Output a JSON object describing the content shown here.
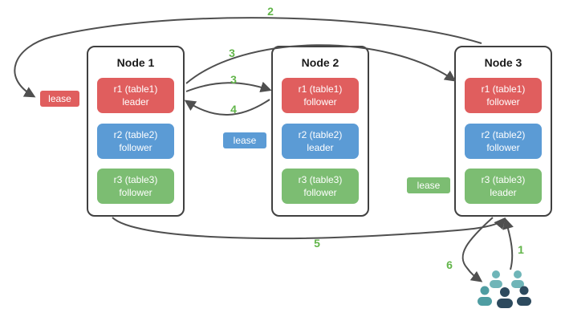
{
  "diagram": {
    "nodes": [
      {
        "title": "Node 1",
        "replicas": [
          {
            "line1": "r1 (table1)",
            "line2": "leader",
            "color": "red"
          },
          {
            "line1": "r2 (table2)",
            "line2": "follower",
            "color": "blue"
          },
          {
            "line1": "r3 (table3)",
            "line2": "follower",
            "color": "green"
          }
        ]
      },
      {
        "title": "Node 2",
        "replicas": [
          {
            "line1": "r1 (table1)",
            "line2": "follower",
            "color": "red"
          },
          {
            "line1": "r2 (table2)",
            "line2": "leader",
            "color": "blue"
          },
          {
            "line1": "r3 (table3)",
            "line2": "follower",
            "color": "green"
          }
        ]
      },
      {
        "title": "Node 3",
        "replicas": [
          {
            "line1": "r1 (table1)",
            "line2": "follower",
            "color": "red"
          },
          {
            "line1": "r2 (table2)",
            "line2": "follower",
            "color": "blue"
          },
          {
            "line1": "r3 (table3)",
            "line2": "leader",
            "color": "green"
          }
        ]
      }
    ],
    "leases": [
      {
        "label": "lease",
        "color": "red"
      },
      {
        "label": "lease",
        "color": "blue"
      },
      {
        "label": "lease",
        "color": "green"
      }
    ],
    "steps": [
      {
        "label": "2"
      },
      {
        "label": "3"
      },
      {
        "label": "3"
      },
      {
        "label": "4"
      },
      {
        "label": "5"
      },
      {
        "label": "6"
      },
      {
        "label": "1"
      }
    ],
    "icons": [
      {
        "name": "users-icon"
      }
    ],
    "colors": {
      "replica_red": "#e05e5e",
      "replica_blue": "#5b9bd5",
      "replica_green": "#7cbd72",
      "step_green": "#62b54a",
      "arrow_gray": "#4f4f4f",
      "node_border": "#404040",
      "users_teal_light": "#6fb5b8",
      "users_teal": "#4f9da2",
      "users_dark": "#2d4a5e"
    }
  }
}
